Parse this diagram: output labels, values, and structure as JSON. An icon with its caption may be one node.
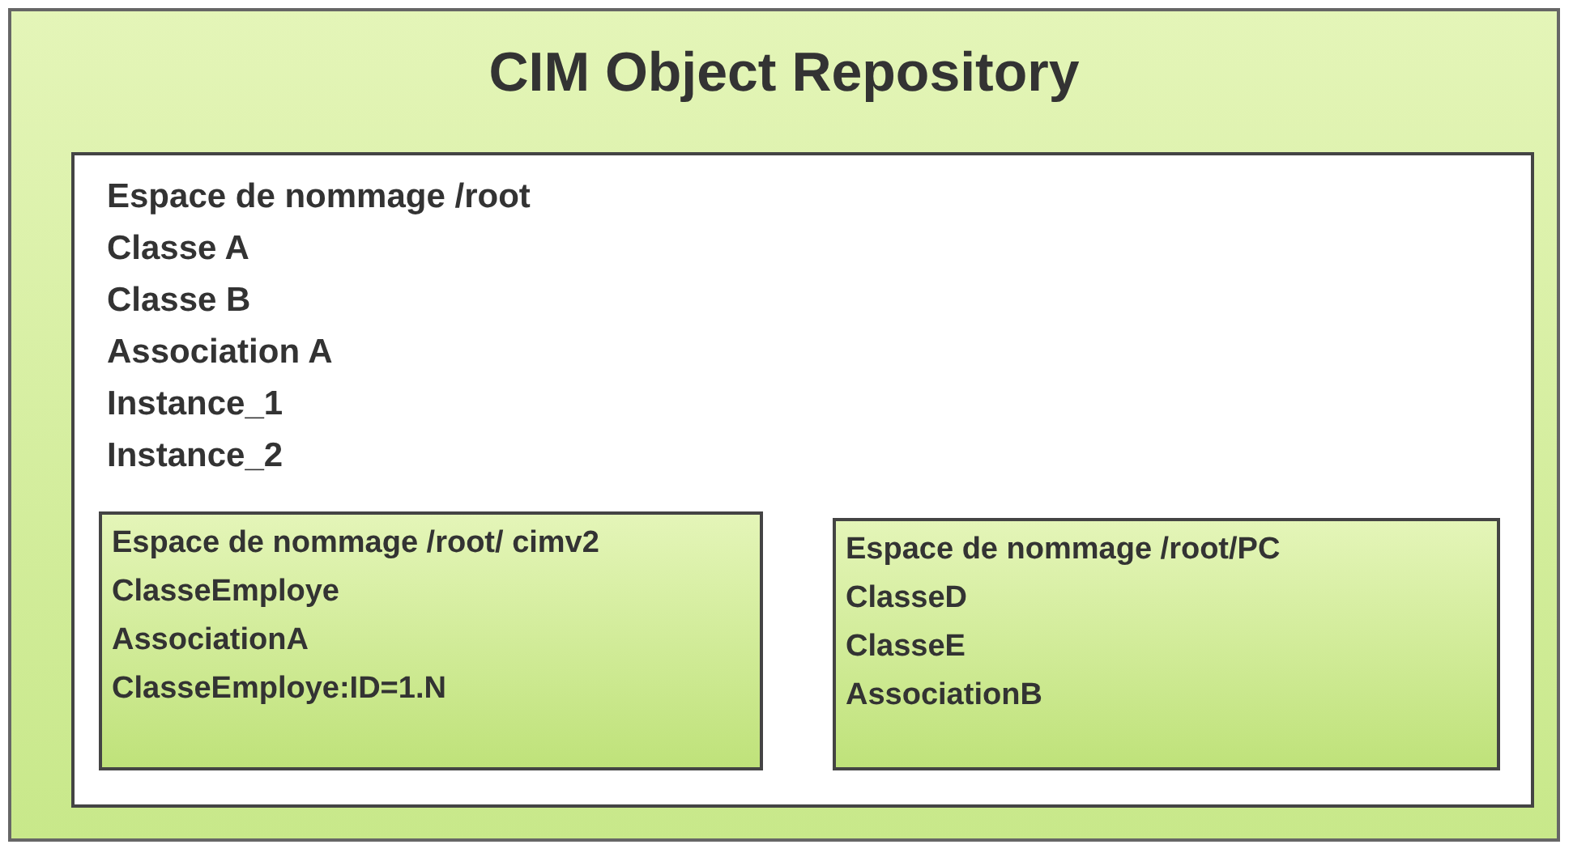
{
  "diagram": {
    "nodes": [
      {
        "text": [
          "CIM Object Repository"
        ]
      },
      {
        "text": [
          "Espace de nommage /root",
          "Classe A",
          "Classe B",
          "Association A",
          "Instance_1",
          "Instance_2"
        ],
        "in": 0
      },
      {
        "text": [
          "Espace de nommage /root/ cimv2",
          "ClasseEmploye",
          "AssociationA",
          "ClasseEmploye:ID=1.N"
        ],
        "in": 1
      },
      {
        "text": [
          "Espace de nommage /root/PC",
          "ClasseD",
          "ClasseE",
          "AssociationB"
        ],
        "in": 1
      }
    ]
  }
}
